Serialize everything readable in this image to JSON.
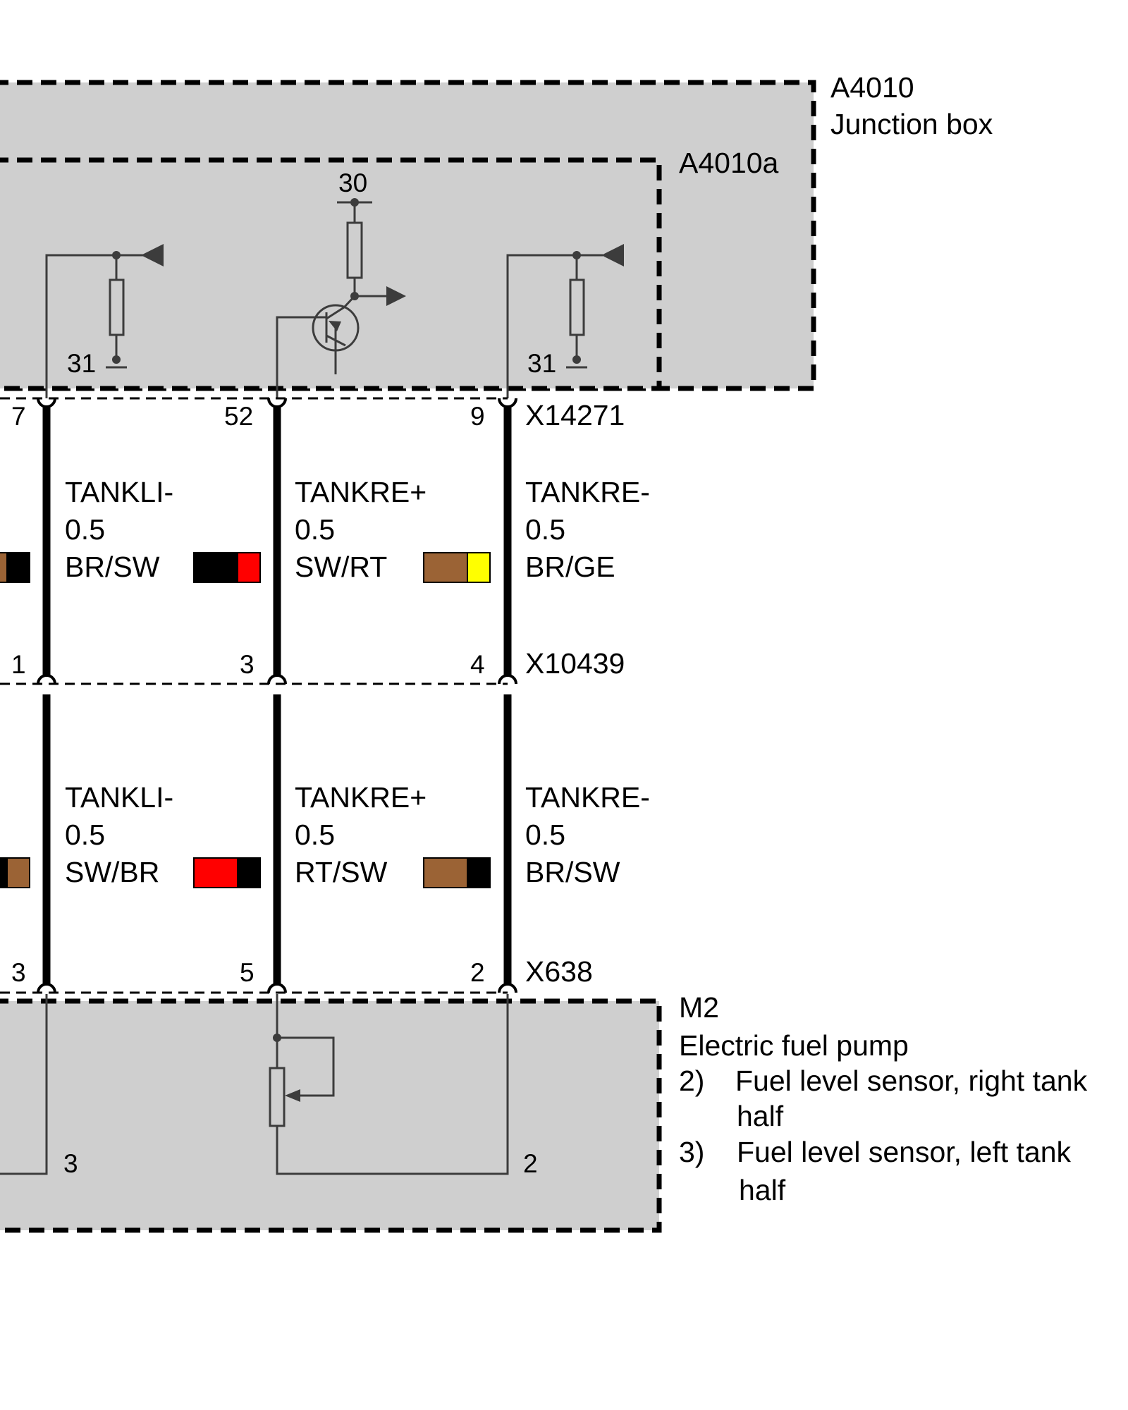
{
  "junction_box": {
    "id": "A4010",
    "name": "Junction box"
  },
  "sub_module": {
    "id": "A4010a"
  },
  "internal_terminals": {
    "t30": "30",
    "t31_left": "31",
    "t31_right": "31"
  },
  "connectors": {
    "top": {
      "id": "X14271",
      "pins": [
        "7",
        "52",
        "9"
      ]
    },
    "middle": {
      "id": "X10439",
      "pins": [
        "1",
        "3",
        "4"
      ]
    },
    "bottom": {
      "id": "X638",
      "pins": [
        "3",
        "5",
        "2"
      ]
    }
  },
  "wires_upper": [
    {
      "signal": "TANKLI-",
      "size": "0.5",
      "color_code": "BR/SW",
      "colors": [
        "#9b6335",
        "#000000"
      ]
    },
    {
      "signal": "TANKRE+",
      "size": "0.5",
      "color_code": "SW/RT",
      "colors": [
        "#000000",
        "#ff0000"
      ]
    },
    {
      "signal": "TANKRE-",
      "size": "0.5",
      "color_code": "BR/GE",
      "colors": [
        "#9b6335",
        "#ffff00"
      ]
    }
  ],
  "wires_lower": [
    {
      "signal": "TANKLI-",
      "size": "0.5",
      "color_code": "SW/BR",
      "colors": [
        "#000000",
        "#9b6335"
      ]
    },
    {
      "signal": "TANKRE+",
      "size": "0.5",
      "color_code": "RT/SW",
      "colors": [
        "#ff0000",
        "#000000"
      ]
    },
    {
      "signal": "TANKRE-",
      "size": "0.5",
      "color_code": "BR/SW",
      "colors": [
        "#9b6335",
        "#000000"
      ]
    }
  ],
  "pump": {
    "id": "M2",
    "name": "Electric fuel pump",
    "pin_left": "3",
    "pin_right": "2",
    "notes": [
      {
        "num": "2)",
        "line1": "Fuel level sensor, right tank",
        "line2": "half"
      },
      {
        "num": "3)",
        "line1": "Fuel level sensor, left tank",
        "line2": "half"
      }
    ]
  },
  "colors": {
    "module_fill": "#cfcfcf",
    "line": "#3c3c3c"
  }
}
